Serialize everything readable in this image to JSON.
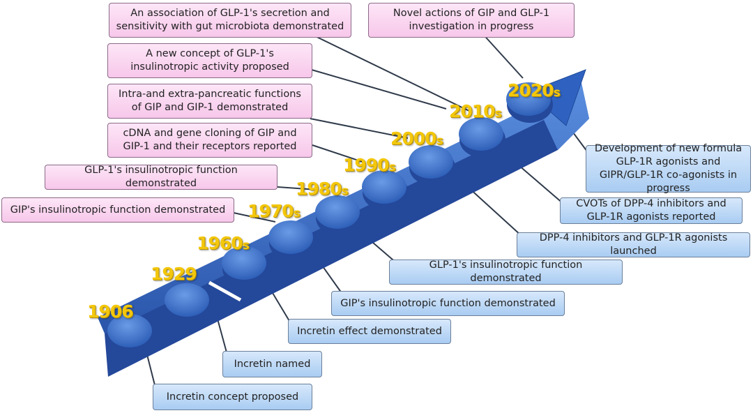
{
  "timeline": {
    "years": [
      {
        "label": "1906",
        "suffix": ""
      },
      {
        "label": "1929",
        "suffix": ""
      },
      {
        "label": "1960",
        "suffix": "s"
      },
      {
        "label": "1970",
        "suffix": "s"
      },
      {
        "label": "1980",
        "suffix": "s"
      },
      {
        "label": "1990",
        "suffix": "s"
      },
      {
        "label": "2000",
        "suffix": "s"
      },
      {
        "label": "2010",
        "suffix": "s"
      },
      {
        "label": "2020",
        "suffix": "s"
      }
    ]
  },
  "above_events": [
    "An association of GLP-1's secretion and sensitivity with gut microbiota demonstrated",
    "Novel actions of GIP and GLP-1 investigation in progress",
    "A new concept of GLP-1's insulinotropic activity proposed",
    "Intra-and extra-pancreatic functions of GIP and GIP-1 demonstrated",
    "cDNA and gene cloning of GIP and GIP-1 and their receptors reported",
    "GLP-1's insulinotropic function demonstrated",
    "GIP's insulinotropic function demonstrated"
  ],
  "below_events": [
    "Development of new formula GLP-1R agonists and GIPR/GLP-1R co-agonists in progress",
    "CVOTs of DPP-4 inhibitors and GLP-1R agonists reported",
    "DPP-4 inhibitors and GLP-1R agonists launched",
    "GLP-1's insulinotropic function demonstrated",
    "GIP's insulinotropic function demonstrated",
    "Incretin effect demonstrated",
    "Incretin named",
    "Incretin concept proposed"
  ],
  "colors": {
    "arrow": "#3b6fc4",
    "arrow_dark": "#24489a",
    "year_text": "#f3c70c",
    "above_box": "#f7c7ea",
    "below_box": "#a9ccf2",
    "connector": "#2f3a4a"
  }
}
